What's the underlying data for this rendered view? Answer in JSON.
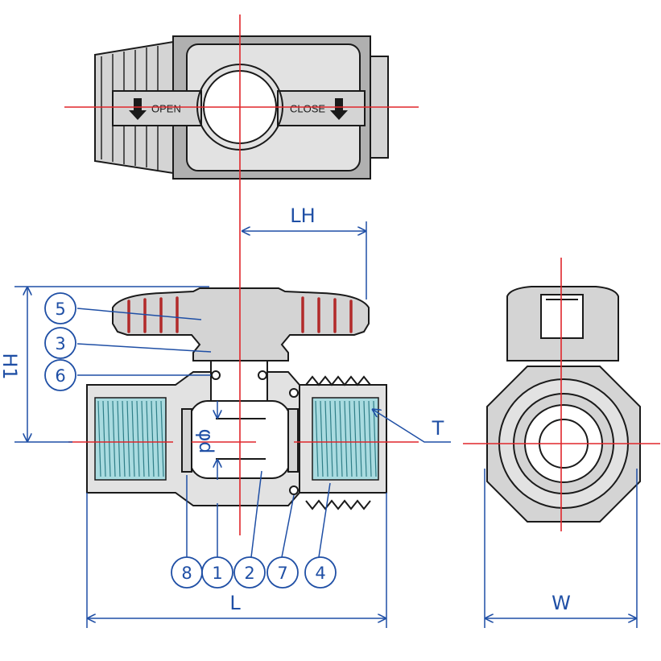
{
  "handle_labels": {
    "open": "OPEN",
    "close": "CLOSE"
  },
  "dimensions": {
    "lh": "LH",
    "h1": "H1",
    "t": "T",
    "l": "L",
    "w": "W",
    "bore": "φd"
  },
  "callouts": {
    "c5": "5",
    "c3": "3",
    "c6": "6",
    "c8": "8",
    "c1": "1",
    "c2": "2",
    "c7": "7",
    "c4": "4"
  },
  "colors": {
    "center_line": "#e0262b",
    "dimension": "#1f4fa5",
    "thread": "#a9dbe0",
    "handle_rib": "#b22a2a"
  }
}
